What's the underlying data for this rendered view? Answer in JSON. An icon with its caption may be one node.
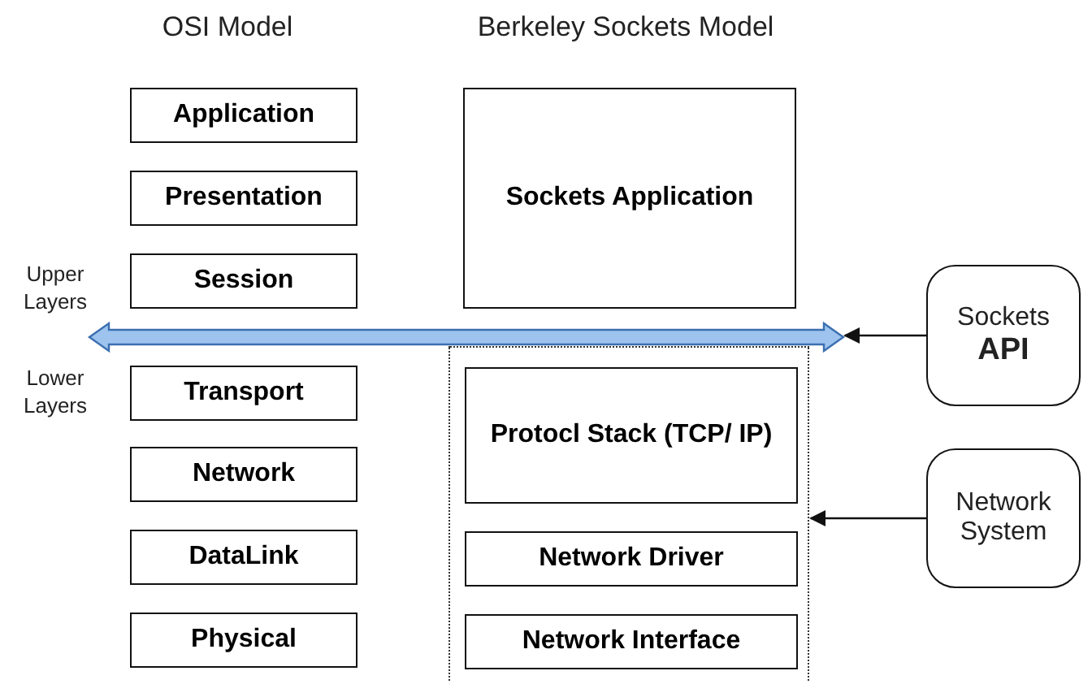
{
  "diagram": {
    "nodes": [
      {
        "text": [
          "Application"
        ]
      },
      {
        "text": [
          "Presentation"
        ]
      },
      {
        "text": [
          "Session"
        ]
      },
      {
        "text": [
          "Transport"
        ]
      },
      {
        "text": [
          "Network"
        ]
      },
      {
        "text": [
          "DataLink"
        ]
      },
      {
        "text": [
          "Physical"
        ]
      },
      {
        "text": [
          "Sockets Application"
        ]
      },
      {
        "text": [],
        "shape": "bar"
      },
      {
        "text": [],
        "shape": "box"
      },
      {
        "text": [
          "Protocl Stack (TCP/ IP)"
        ],
        "in": 9
      },
      {
        "text": [
          "Network Driver"
        ],
        "in": 9
      },
      {
        "text": [
          "Network Interface"
        ],
        "in": 9
      },
      {
        "text": [
          "Sockets",
          "API"
        ]
      },
      {
        "text": [
          "Network System"
        ]
      }
    ],
    "edges": [
      {
        "from": 13,
        "to": 8,
        "arrow": "to"
      },
      {
        "from": 14,
        "to": 9,
        "arrow": "to"
      }
    ],
    "labels": [
      "OSI Model",
      "Berkeley Sockets Model",
      "Upper Layers",
      "Lower Layers"
    ]
  }
}
